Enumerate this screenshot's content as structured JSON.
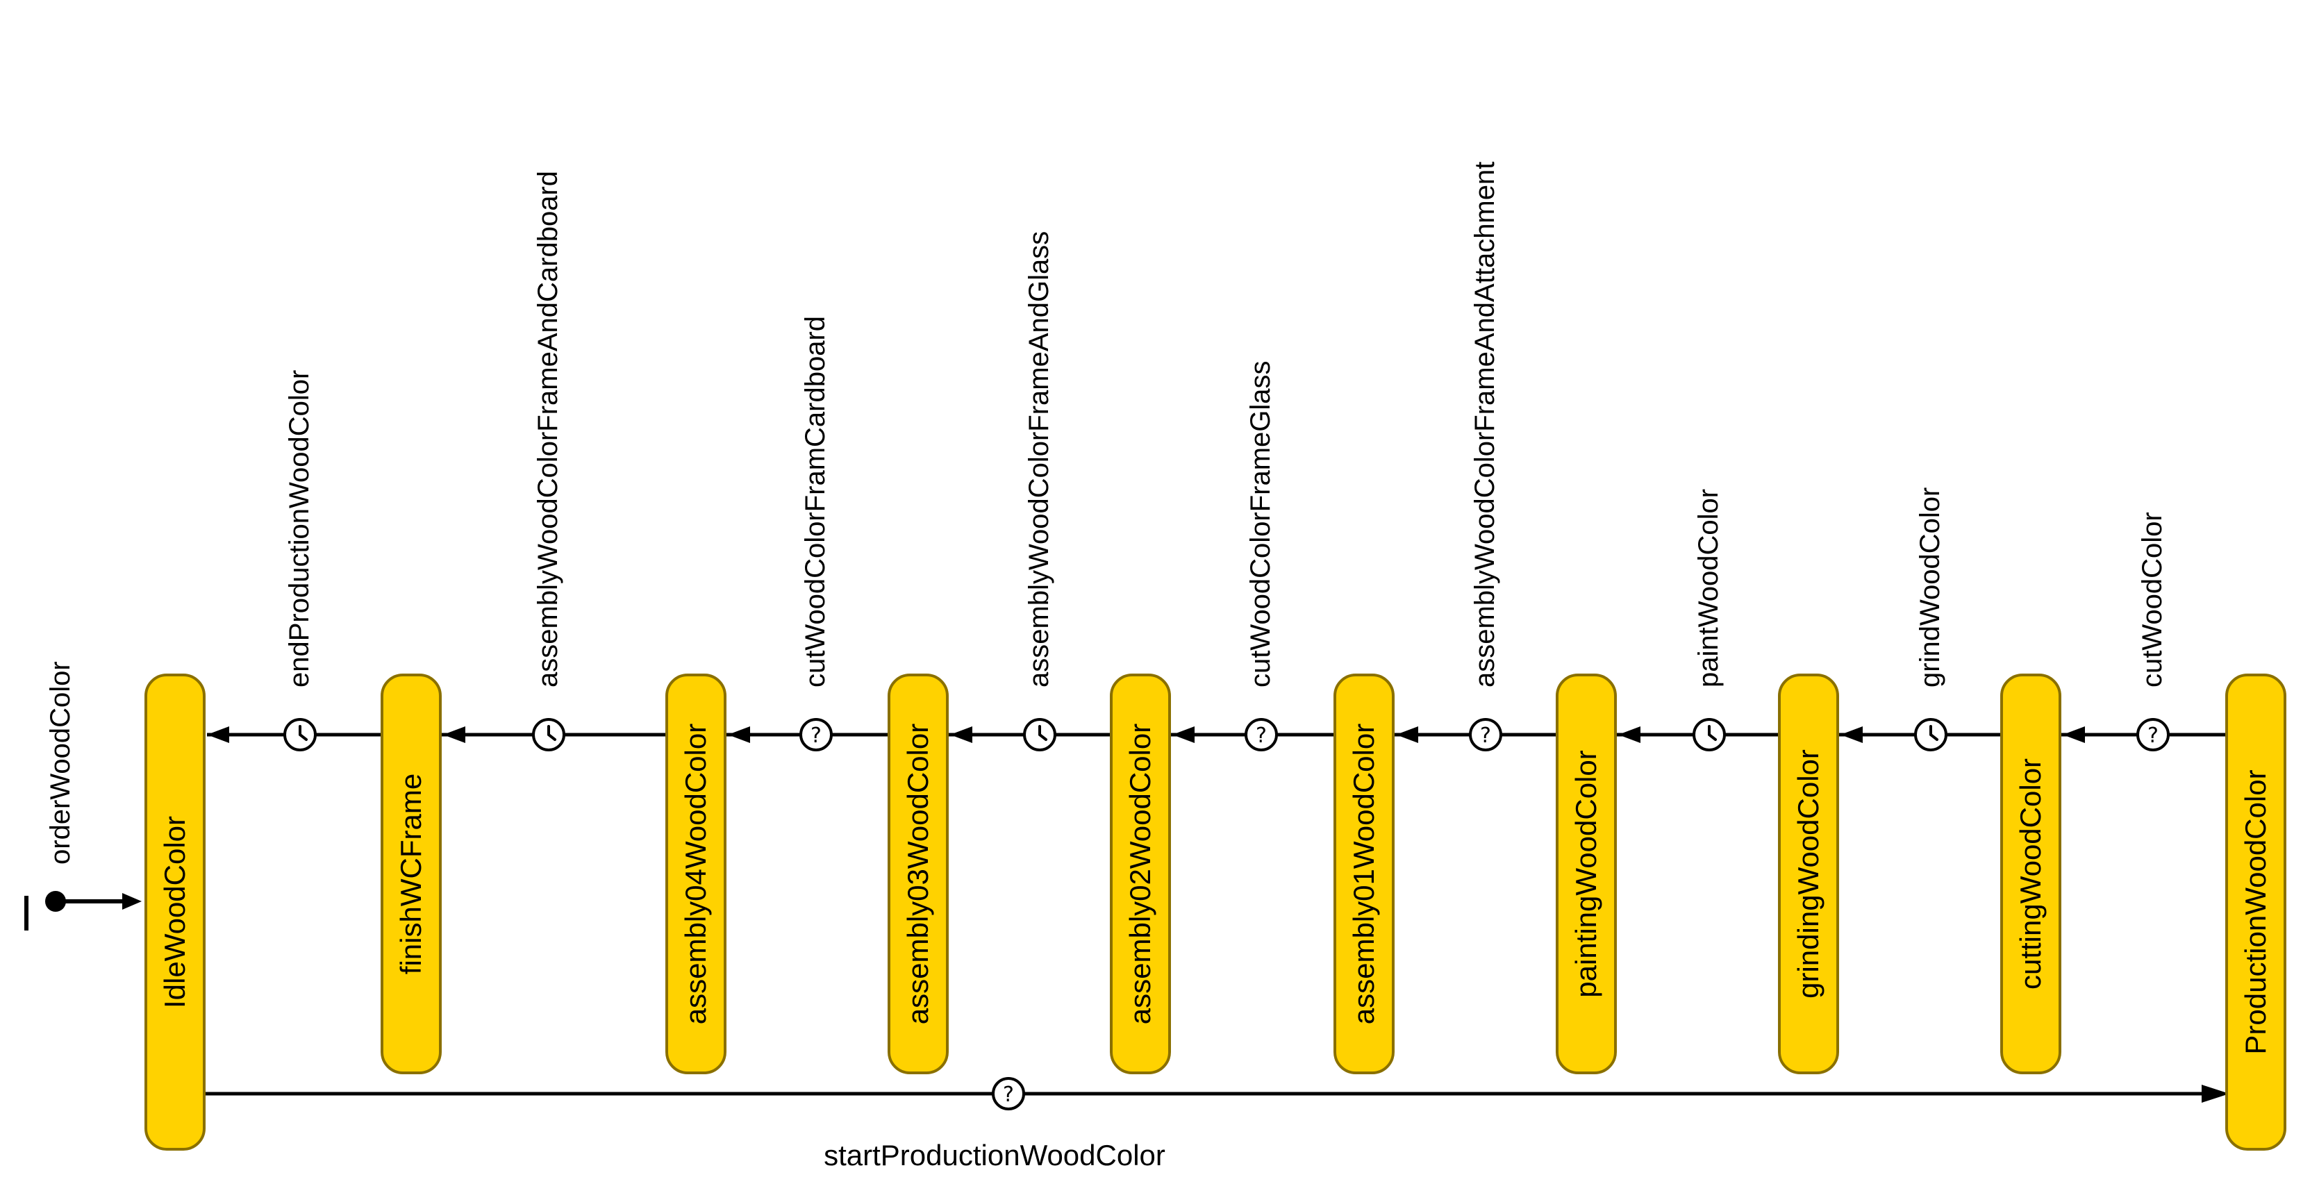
{
  "states": [
    {
      "name": "IdleWoodColor"
    },
    {
      "name": "finishWCFrame"
    },
    {
      "name": "assembly04WoodColor"
    },
    {
      "name": "assembly03WoodColor"
    },
    {
      "name": "assembly02WoodColor"
    },
    {
      "name": "assembly01WoodColor"
    },
    {
      "name": "paintingWoodColor"
    },
    {
      "name": "grindingWoodColor"
    },
    {
      "name": "cuttingWoodColor"
    },
    {
      "name": "ProductionWoodColor"
    }
  ],
  "initial": {
    "label": "orderWoodColor"
  },
  "transitions": [
    {
      "label": "endProductionWoodColor",
      "kind": "clock-icon"
    },
    {
      "label": "assemblyWoodColorFrameAndCardboard",
      "kind": "clock-icon"
    },
    {
      "label": "cutWoodColorFramCardboard",
      "kind": "question-icon"
    },
    {
      "label": "assemblyWoodColorFrameAndGlass",
      "kind": "clock-icon"
    },
    {
      "label": "cutWoodColorFrameGlass",
      "kind": "question-icon"
    },
    {
      "label": "assemblyWoodColorFrameAndAttachment",
      "kind": "question-icon"
    },
    {
      "label": "paintWoodColor",
      "kind": "clock-icon"
    },
    {
      "label": "grindWoodColor",
      "kind": "clock-icon"
    },
    {
      "label": "cutWoodColor",
      "kind": "question-icon"
    }
  ],
  "bottom_transition": {
    "label": "startProductionWoodColor",
    "kind": "question-icon"
  },
  "colors": {
    "state_fill": "#ffd200",
    "state_stroke": "#8a7000",
    "edge": "#000000"
  }
}
